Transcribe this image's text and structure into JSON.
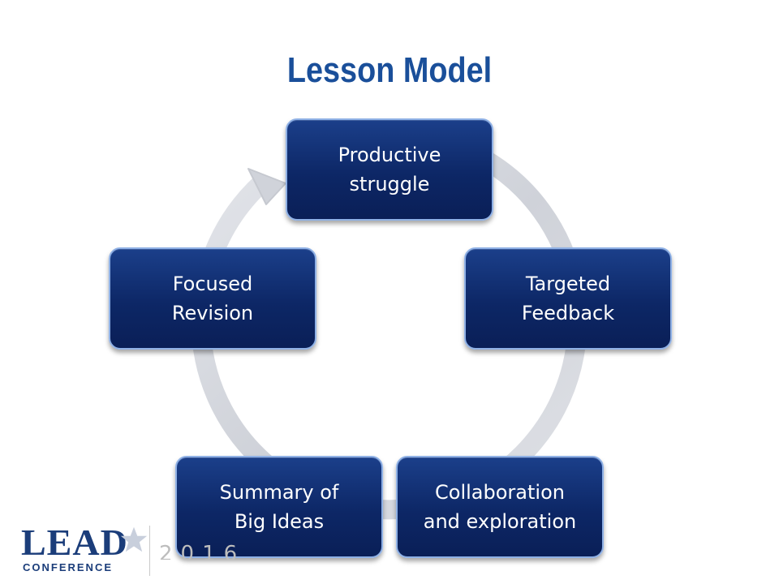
{
  "title": "Lesson Model",
  "cycle": {
    "nodes": [
      {
        "line1": "Productive",
        "line2": "struggle"
      },
      {
        "line1": "Targeted",
        "line2": "Feedback"
      },
      {
        "line1": "Collaboration",
        "line2": "and exploration"
      },
      {
        "line1": "Summary of",
        "line2": "Big Ideas"
      },
      {
        "line1": "Focused",
        "line2": "Revision"
      }
    ]
  },
  "footer": {
    "logo_text": "LEAD",
    "logo_subtext": "CONFERENCE",
    "year": "2016"
  },
  "colors": {
    "title": "#1a4f9a",
    "node_fill": "#0d2766",
    "node_border": "#8fb1e6",
    "ring": "#d4d7de"
  }
}
